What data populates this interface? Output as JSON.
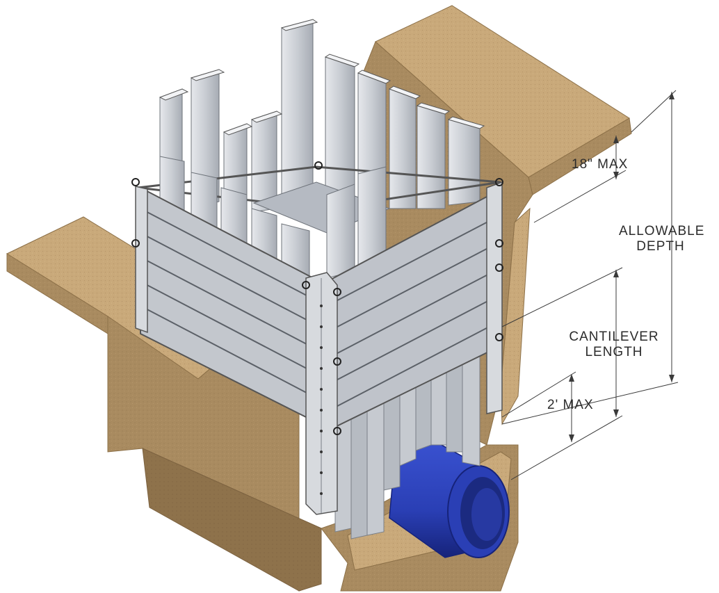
{
  "dimensions": {
    "top_offset": "18\" MAX",
    "allowable_depth": [
      "ALLOWABLE",
      "DEPTH"
    ],
    "cantilever_length": [
      "CANTILEVER",
      "LENGTH"
    ],
    "bottom_offset": "2' MAX"
  },
  "colors": {
    "soil_top": "#c8a878",
    "soil_side": "#a88a5e",
    "soil_dark": "#8c7048",
    "panel": "#d4d7dc",
    "panel_dark": "#a9aeb6",
    "panel_edge": "#6e737a",
    "pipe": "#2a3fb5",
    "pipe_dark": "#1b2a80",
    "line": "#3a3a3a"
  },
  "icons": {
    "shoring_box": "aluminum-trench-shoring-icon",
    "pipe": "blue-pipe-icon"
  }
}
